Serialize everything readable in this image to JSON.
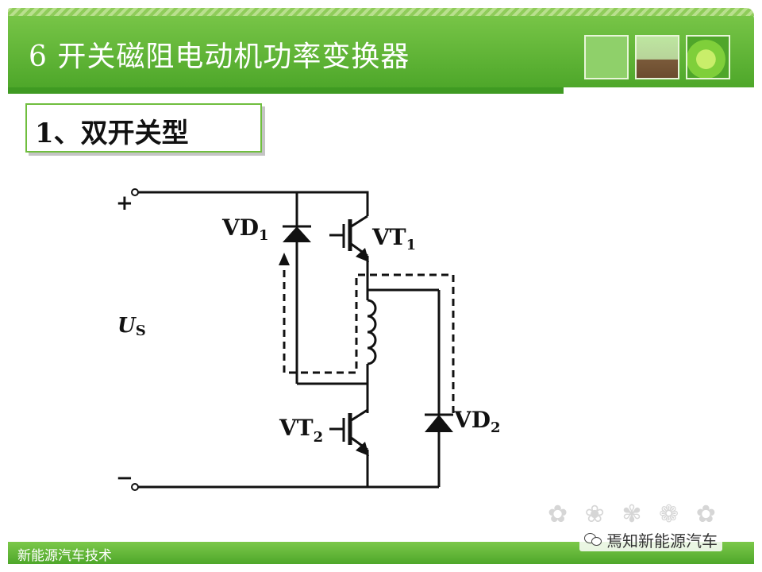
{
  "header": {
    "title": "6 开关磁阻电动机功率变换器"
  },
  "subtitle": "1、双开关型",
  "circuit": {
    "plus": "+",
    "minus": "−",
    "source_label": "U",
    "source_sub": "S",
    "vd1": "VD",
    "vd1_sub": "1",
    "vt1": "VT",
    "vt1_sub": "1",
    "vt2": "VT",
    "vt2_sub": "2",
    "vd2": "VD",
    "vd2_sub": "2"
  },
  "footer": {
    "text": "新能源汽车技术"
  },
  "watermark": {
    "text": "焉知新能源汽车"
  },
  "colors": {
    "header_green": "#4ea72a",
    "header_light": "#7cc84a",
    "circuit": "#111111"
  }
}
